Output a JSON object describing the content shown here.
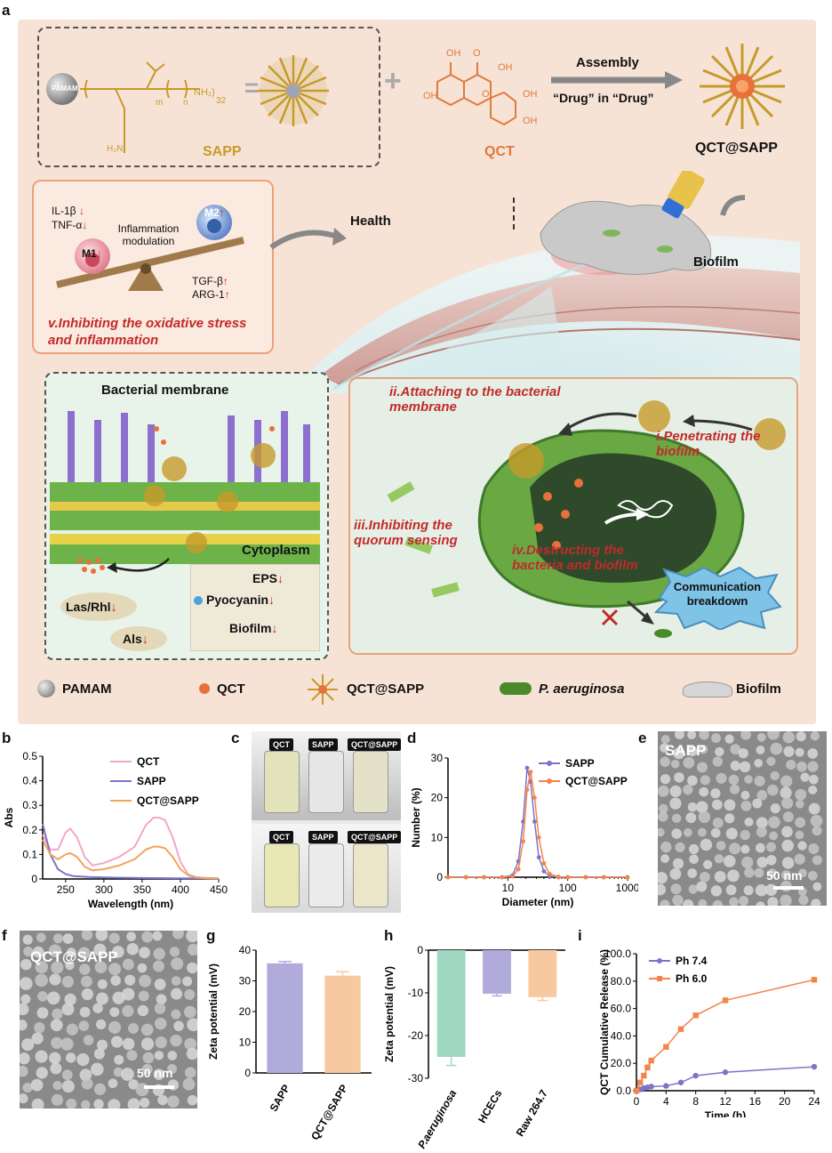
{
  "panel_letters": {
    "a": "a",
    "b": "b",
    "c": "c",
    "d": "d",
    "e": "e",
    "f": "f",
    "g": "g",
    "h": "h",
    "i": "i"
  },
  "scheme": {
    "pamam_label": "PAMAM",
    "formula_subscripts": {
      "m": "m",
      "n": "n",
      "nh2": "NH₂)",
      "count": "32",
      "amine": "H₂N"
    },
    "sapp_label": "SAPP",
    "qct_label": "QCT",
    "qct_atoms": {
      "oh1": "OH",
      "oh2": "OH",
      "oh3": "OH",
      "oh4": "OH",
      "oh5": "OH",
      "o1": "O",
      "o2": "O"
    },
    "assembly_label": "Assembly",
    "drug_in_drug": "“Drug” in “Drug”",
    "product_label": "QCT@SAPP",
    "health_label": "Health",
    "biofilm_label": "Biofilm",
    "inflammation": {
      "il1b": "IL-1β",
      "tnfa": "TNF-α",
      "m1": "M1",
      "m2": "M2",
      "modulation": "Inflammation modulation",
      "tgfb": "TGF-β",
      "arg1": "ARG-1",
      "step_v": "v.Inhibiting the oxidative stress and inflammation"
    },
    "membrane": {
      "title": "Bacterial membrane",
      "cytoplasm": "Cytoplasm",
      "las_rhl": "Las/Rhl",
      "als": "Als",
      "eps": "EPS",
      "pyocyanin": "Pyocyanin",
      "biofilm": "Biofilm"
    },
    "steps": {
      "i": "i.Penetrating the biofilm",
      "ii": "ii.Attaching to the bacterial membrane",
      "iii": "iii.Inhibiting the quorum sensing",
      "iv": "iv.Destructing the bacteria and biofilm"
    },
    "communication": "Communication breakdown",
    "legend": [
      "PAMAM",
      "QCT",
      "QCT@SAPP",
      "P. aeruginosa",
      "Biofilm"
    ]
  },
  "photos": {
    "top_labels": [
      "QCT",
      "SAPP",
      "QCT@SAPP"
    ],
    "bottom_labels": [
      "QCT",
      "SAPP",
      "QCT@SAPP"
    ]
  },
  "tem": {
    "e_label": "SAPP",
    "e_scale": "50 nm",
    "f_label": "QCT@SAPP",
    "f_scale": "50 nm"
  },
  "chart_data": [
    {
      "id": "b",
      "type": "line",
      "xlabel": "Wavelength (nm)",
      "ylabel": "Abs",
      "xlim": [
        220,
        450
      ],
      "ylim": [
        0,
        0.5
      ],
      "xticks": [
        250,
        300,
        350,
        400,
        450
      ],
      "yticks": [
        0.0,
        0.1,
        0.2,
        0.3,
        0.4,
        0.5
      ],
      "legend_position": "top-right",
      "series": [
        {
          "name": "QCT",
          "color": "#f2a7c4",
          "x": [
            220,
            230,
            240,
            250,
            256,
            265,
            275,
            285,
            300,
            320,
            340,
            355,
            365,
            372,
            380,
            390,
            400,
            410,
            420,
            435,
            450
          ],
          "y": [
            0.18,
            0.12,
            0.12,
            0.19,
            0.205,
            0.17,
            0.09,
            0.055,
            0.065,
            0.09,
            0.13,
            0.22,
            0.25,
            0.25,
            0.24,
            0.17,
            0.07,
            0.02,
            0.008,
            0.004,
            0.002
          ]
        },
        {
          "name": "SAPP",
          "color": "#7c74c9",
          "x": [
            220,
            230,
            240,
            250,
            260,
            280,
            300,
            350,
            400,
            450
          ],
          "y": [
            0.225,
            0.1,
            0.04,
            0.02,
            0.012,
            0.008,
            0.006,
            0.004,
            0.003,
            0.002
          ]
        },
        {
          "name": "QCT@SAPP",
          "color": "#f4a35c",
          "x": [
            220,
            230,
            240,
            250,
            256,
            265,
            275,
            285,
            300,
            320,
            340,
            355,
            365,
            372,
            380,
            390,
            400,
            410,
            420,
            435,
            450
          ],
          "y": [
            0.16,
            0.1,
            0.08,
            0.1,
            0.105,
            0.09,
            0.05,
            0.035,
            0.04,
            0.055,
            0.08,
            0.12,
            0.132,
            0.132,
            0.125,
            0.09,
            0.04,
            0.015,
            0.006,
            0.003,
            0.002
          ]
        }
      ]
    },
    {
      "id": "d",
      "type": "line",
      "xlabel": "Diameter (nm)",
      "ylabel": "Number (%)",
      "xscale": "log",
      "xlim": [
        1,
        1000
      ],
      "ylim": [
        0,
        30
      ],
      "xticks": [
        10,
        100,
        1000
      ],
      "yticks": [
        0,
        10,
        20,
        30
      ],
      "legend_position": "top-right",
      "series": [
        {
          "name": "SAPP",
          "color": "#7c74c9",
          "x": [
            1,
            2,
            4,
            8,
            12,
            15,
            18,
            21,
            24,
            28,
            33,
            40,
            50,
            70,
            100,
            200,
            400,
            1000
          ],
          "y": [
            0,
            0,
            0,
            0,
            0.5,
            4,
            14,
            27.5,
            24,
            14,
            5,
            1.5,
            0.3,
            0,
            0,
            0,
            0,
            0
          ]
        },
        {
          "name": "QCT@SAPP",
          "color": "#f4844a",
          "x": [
            1,
            2,
            4,
            8,
            12,
            15,
            18,
            21,
            24,
            28,
            33,
            40,
            50,
            70,
            100,
            200,
            400,
            1000
          ],
          "y": [
            0,
            0,
            0,
            0,
            0.2,
            2,
            9,
            22,
            26.5,
            20,
            10,
            3.5,
            0.8,
            0.1,
            0,
            0,
            0,
            0
          ]
        }
      ]
    },
    {
      "id": "g",
      "type": "bar",
      "ylabel": "Zeta potential (mV)",
      "ylim": [
        0,
        40
      ],
      "yticks": [
        0,
        10,
        20,
        30,
        40
      ],
      "categories": [
        "SAPP",
        "QCT@SAPP"
      ],
      "values": [
        35.7,
        31.7
      ],
      "errors": [
        0.6,
        1.3
      ],
      "colors": [
        "#b1abdb",
        "#f8c9a0"
      ]
    },
    {
      "id": "h",
      "type": "bar",
      "ylabel": "Zeta potential (mV)",
      "ylim": [
        -30,
        0
      ],
      "yticks": [
        0,
        -10,
        -20,
        -30
      ],
      "categories": [
        "P.aeruginosa",
        "HCECs",
        "Raw 264.7"
      ],
      "values": [
        -25,
        -10.2,
        -11
      ],
      "errors": [
        2,
        0.5,
        0.8
      ],
      "colors": [
        "#9ed8c0",
        "#b1abdb",
        "#f8c9a0"
      ]
    },
    {
      "id": "i",
      "type": "line",
      "xlabel": "Time (h)",
      "ylabel": "QCT Cumulative Release (%)",
      "xlim": [
        0,
        24
      ],
      "ylim": [
        0,
        100
      ],
      "xticks": [
        0,
        4,
        8,
        12,
        16,
        20,
        24
      ],
      "yticks": [
        0,
        20,
        40,
        60,
        80,
        100
      ],
      "legend_position": "top-left",
      "series": [
        {
          "name": "Ph 7.4",
          "color": "#7c74c9",
          "x": [
            0,
            0.5,
            1,
            1.5,
            2,
            4,
            6,
            8,
            12,
            24
          ],
          "y": [
            0,
            1,
            2,
            2.5,
            3,
            3.5,
            6,
            11,
            13.5,
            17.5
          ]
        },
        {
          "name": "Ph 6.0",
          "color": "#f4844a",
          "x": [
            0,
            0.5,
            1,
            1.5,
            2,
            4,
            6,
            8,
            12,
            24
          ],
          "y": [
            0,
            6,
            11,
            17,
            22,
            32,
            45,
            55,
            66,
            81
          ]
        }
      ]
    }
  ]
}
